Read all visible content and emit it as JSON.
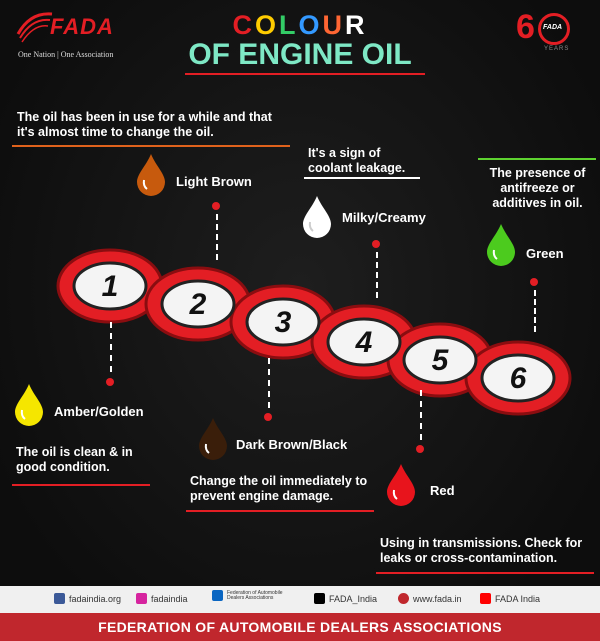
{
  "header": {
    "logo_text": "FADA",
    "tagline": "One Nation  |  One Association",
    "title_line1_letters": [
      "C",
      "O",
      "L",
      "O",
      "U",
      "R"
    ],
    "title_line1_colors": [
      "#e31e24",
      "#ffcc00",
      "#33cc66",
      "#3399ff",
      "#ff6633",
      "#ffffff"
    ],
    "title_line2": "OF ENGINE OIL",
    "badge_digit": "6",
    "badge_logo": "FADA",
    "badge_years": "YEARS"
  },
  "numbers": [
    "1",
    "2",
    "3",
    "4",
    "5",
    "6"
  ],
  "oils": [
    {
      "label": "Amber/Golden",
      "color": "#f5e600",
      "note": "The oil is clean & in good condition.",
      "note_line": "#e31e24"
    },
    {
      "label": "Light Brown",
      "color": "#c75a0d",
      "note": "The oil has been in use for a while and that it's almost time to change the oil.",
      "note_line": "#e0621c"
    },
    {
      "label": "Dark Brown/Black",
      "color": "#3a1e0a",
      "note": "Change the oil immediately to prevent engine damage.",
      "note_line": "#e31e24"
    },
    {
      "label": "Milky/Creamy",
      "color": "#ffffff",
      "note": "It's a sign of coolant leakage.",
      "note_line": "#ffffff"
    },
    {
      "label": "Red",
      "color": "#e8141c",
      "note": "Using in transmissions. Check for leaks or cross-contamination.",
      "note_line": "#e31e24"
    },
    {
      "label": "Green",
      "color": "#4ccb1e",
      "note": "The presence of antifreeze or additives in  oil.",
      "note_line": "#5ed330"
    }
  ],
  "footer": {
    "social": [
      {
        "icon": "facebook-icon",
        "text": "fadaindia.org",
        "color": "#3b5998"
      },
      {
        "icon": "instagram-icon",
        "text": "fadaindia",
        "color": "#d6249f"
      },
      {
        "icon": "linkedin-icon",
        "text": "Federation of Automobile Dealers Associations",
        "color": "#0a66c2"
      },
      {
        "icon": "x-icon",
        "text": "FADA_India",
        "color": "#000000"
      },
      {
        "icon": "globe-icon",
        "text": "www.fada.in",
        "color": "#c0272d"
      },
      {
        "icon": "youtube-icon",
        "text": "FADA India",
        "color": "#ff0000"
      }
    ],
    "bar_text": "FEDERATION OF AUTOMOBILE DEALERS ASSOCIATIONS"
  }
}
